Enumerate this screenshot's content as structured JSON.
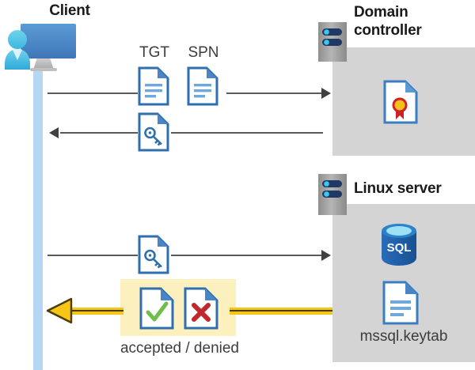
{
  "diagram": {
    "title_client": "Client",
    "title_domain_controller": "Domain controller",
    "title_linux_server": "Linux server",
    "labels": {
      "tgt": "TGT",
      "spn": "SPN",
      "accepted_denied": "accepted / denied",
      "keytab_file": "mssql.keytab"
    },
    "icons": {
      "client": "client-workstation-icon",
      "server_tower": "server-tower-icon",
      "certificate": "certificate-document-icon",
      "sql_database": "sql-database-icon",
      "keytab_document": "text-document-icon",
      "ticket_document": "text-document-icon",
      "key_document": "key-document-icon",
      "accepted_document": "check-document-icon",
      "denied_document": "cross-document-icon"
    },
    "colors": {
      "panel_gray": "#d4d4d4",
      "lifeline_blue": "#b6d7f4",
      "highlight_yellow": "#fdf0bf",
      "gold_arrow": "#f5c518",
      "line_gray": "#595959",
      "doc_blue": "#3a7ebf",
      "accent_blue": "#2f6fad",
      "check_green": "#6fbd4b",
      "cross_red": "#c0282d",
      "sql_blue": "#1f5fa9",
      "cert_gold": "#f4c01c",
      "cert_red": "#cf2027",
      "heading_black": "#1a1a1a",
      "text_gray": "#3d3d3d"
    },
    "flows": [
      {
        "name": "client-to-dc-request",
        "direction": "right",
        "carries": [
          "TGT",
          "SPN"
        ],
        "style": "thin-gray"
      },
      {
        "name": "dc-to-client-response",
        "direction": "left",
        "carries": [
          "service ticket"
        ],
        "style": "thin-gray"
      },
      {
        "name": "client-to-linux-request",
        "direction": "right",
        "carries": [
          "service ticket"
        ],
        "style": "thin-gray"
      },
      {
        "name": "linux-to-client-result",
        "direction": "left",
        "carries": [
          "accepted / denied"
        ],
        "style": "thick-gold"
      }
    ]
  }
}
